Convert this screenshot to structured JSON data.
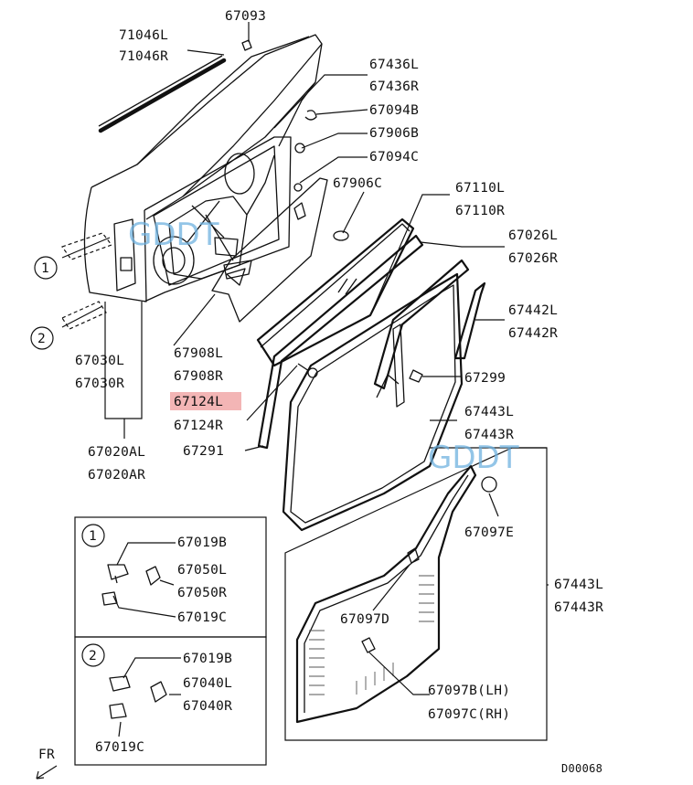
{
  "labels": {
    "p71046": [
      "71046L",
      "71046R"
    ],
    "p67093": "67093",
    "p67436": [
      "67436L",
      "67436R"
    ],
    "p67094b": "67094B",
    "p67906b": "67906B",
    "p67094c": "67094C",
    "p67906c": "67906C",
    "p67110": [
      "67110L",
      "67110R"
    ],
    "p67026": [
      "67026L",
      "67026R"
    ],
    "p67442": [
      "67442L",
      "67442R"
    ],
    "p67299": "67299",
    "p67443a": [
      "67443L",
      "67443R"
    ],
    "p67908": [
      "67908L",
      "67908R"
    ],
    "p67124": [
      "67124L",
      "67124R"
    ],
    "p67291": "67291",
    "p67030": [
      "67030L",
      "67030R"
    ],
    "p67020": [
      "67020AL",
      "67020AR"
    ],
    "p67097e": "67097E",
    "p67443b": [
      "67443L",
      "67443R"
    ],
    "p67097d": "67097D",
    "p67097b": "67097B(LH)",
    "p67097c": "67097C(RH)",
    "box1": {
      "callout": "1",
      "parts": [
        "67019B",
        "67050L",
        "67050R",
        "67019C"
      ]
    },
    "box2": {
      "callout": "2",
      "parts": [
        "67019B",
        "67040L",
        "67040R",
        "67019C"
      ]
    },
    "callouts": [
      "1",
      "2"
    ],
    "direction": "FR",
    "diagram_code": "D00068",
    "watermarks": [
      "GDDT",
      "GDDT"
    ]
  }
}
